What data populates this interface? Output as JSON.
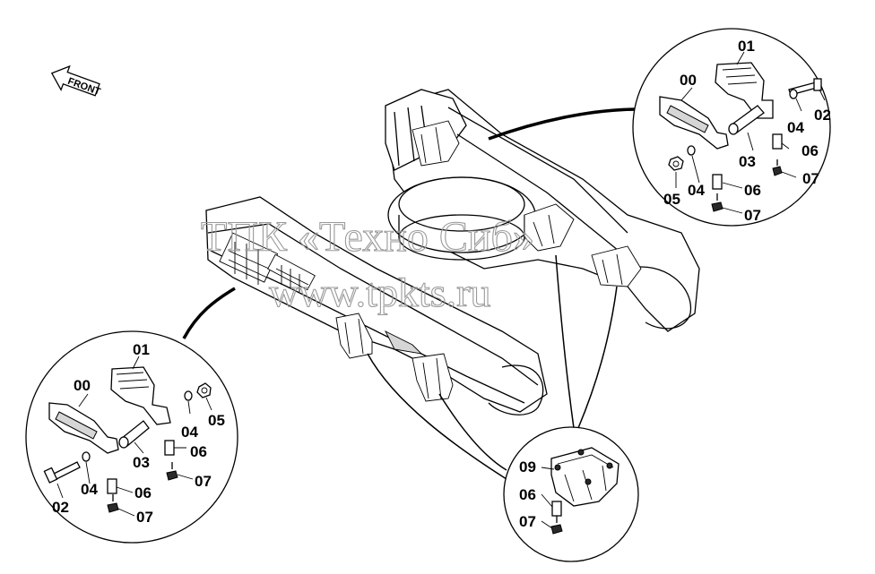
{
  "front_arrow": {
    "label": "FRONT"
  },
  "watermark": {
    "line1": "ТПК «Техно Сиб»",
    "line2": "www.tpkts.ru"
  },
  "callout_right": {
    "labels": [
      {
        "id": "r01",
        "text": "01"
      },
      {
        "id": "r00",
        "text": "00"
      },
      {
        "id": "r04a",
        "text": "04"
      },
      {
        "id": "r02",
        "text": "02"
      },
      {
        "id": "r03",
        "text": "03"
      },
      {
        "id": "r06a",
        "text": "06"
      },
      {
        "id": "r07a",
        "text": "07"
      },
      {
        "id": "r05",
        "text": "05"
      },
      {
        "id": "r04b",
        "text": "04"
      },
      {
        "id": "r06b",
        "text": "06"
      },
      {
        "id": "r07b",
        "text": "07"
      }
    ]
  },
  "callout_left": {
    "labels": [
      {
        "id": "l01",
        "text": "01"
      },
      {
        "id": "l00",
        "text": "00"
      },
      {
        "id": "l04a",
        "text": "04"
      },
      {
        "id": "l05",
        "text": "05"
      },
      {
        "id": "l03",
        "text": "03"
      },
      {
        "id": "l06a",
        "text": "06"
      },
      {
        "id": "l07a",
        "text": "07"
      },
      {
        "id": "l04b",
        "text": "04"
      },
      {
        "id": "l06b",
        "text": "06"
      },
      {
        "id": "l02",
        "text": "02"
      },
      {
        "id": "l07b",
        "text": "07"
      }
    ]
  },
  "callout_bottom": {
    "labels": [
      {
        "id": "b09",
        "text": "09"
      },
      {
        "id": "b06",
        "text": "06"
      },
      {
        "id": "b07",
        "text": "07"
      }
    ]
  }
}
